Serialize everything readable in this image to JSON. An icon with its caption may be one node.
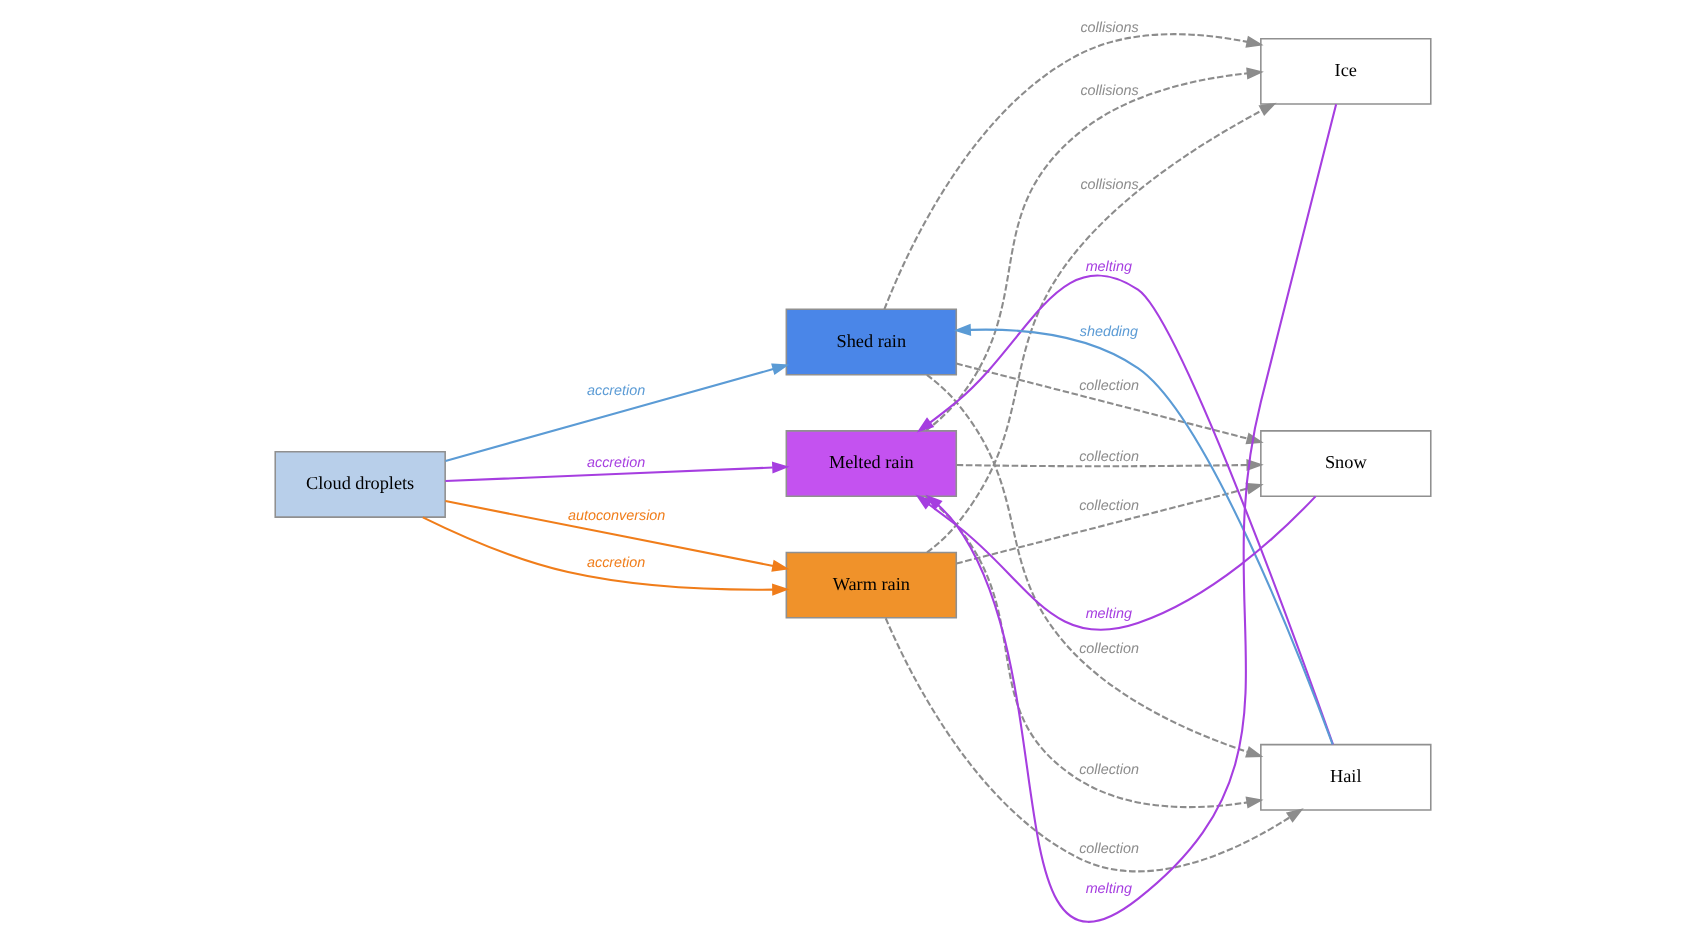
{
  "diagram": {
    "nodes": [
      {
        "text": [
          "Cloud droplets"
        ]
      },
      {
        "text": [
          "Warm rain"
        ]
      },
      {
        "text": [
          "Melted rain"
        ]
      },
      {
        "text": [
          "Shed rain"
        ]
      },
      {
        "text": [
          "Hail"
        ]
      },
      {
        "text": [
          "Snow"
        ]
      },
      {
        "text": [
          "Ice"
        ]
      }
    ],
    "edges": [
      {
        "from": 0,
        "to": 1,
        "arrow": "to",
        "label": "autoconversion",
        "color": "#f07d1a"
      },
      {
        "from": 0,
        "to": 1,
        "arrow": "to",
        "label": "accretion",
        "color": "#f07d1a"
      },
      {
        "from": 0,
        "to": 2,
        "arrow": "to",
        "label": "accretion",
        "color": "#a63ee0"
      },
      {
        "from": 0,
        "to": 3,
        "arrow": "to",
        "label": "accretion",
        "color": "#5b9bd5"
      },
      {
        "from": 4,
        "to": 2,
        "arrow": "to",
        "label": "melting",
        "color": "#a63ee0"
      },
      {
        "from": 4,
        "to": 3,
        "arrow": "to",
        "label": "shedding",
        "color": "#5b9bd5"
      },
      {
        "from": 5,
        "to": 2,
        "arrow": "to",
        "label": "melting",
        "color": "#a63ee0"
      },
      {
        "from": 6,
        "to": 2,
        "arrow": "to",
        "label": "melting",
        "color": "#a63ee0"
      },
      {
        "from": 1,
        "to": 4,
        "arrow": "to",
        "label": "collection",
        "style": "dashed"
      },
      {
        "from": 2,
        "to": 4,
        "arrow": "to",
        "label": "collection",
        "style": "dashed"
      },
      {
        "from": 3,
        "to": 4,
        "arrow": "to",
        "label": "collection",
        "style": "dashed"
      },
      {
        "from": 1,
        "to": 5,
        "arrow": "to",
        "label": "collection",
        "style": "dashed"
      },
      {
        "from": 2,
        "to": 5,
        "arrow": "to",
        "label": "collection",
        "style": "dashed"
      },
      {
        "from": 3,
        "to": 5,
        "arrow": "to",
        "label": "collection",
        "style": "dashed"
      },
      {
        "from": 1,
        "to": 6,
        "arrow": "to",
        "label": "collisions",
        "style": "dashed"
      },
      {
        "from": 2,
        "to": 6,
        "arrow": "to",
        "label": "collisions",
        "style": "dashed"
      },
      {
        "from": 3,
        "to": 6,
        "arrow": "to",
        "label": "collisions",
        "style": "dashed"
      }
    ]
  }
}
